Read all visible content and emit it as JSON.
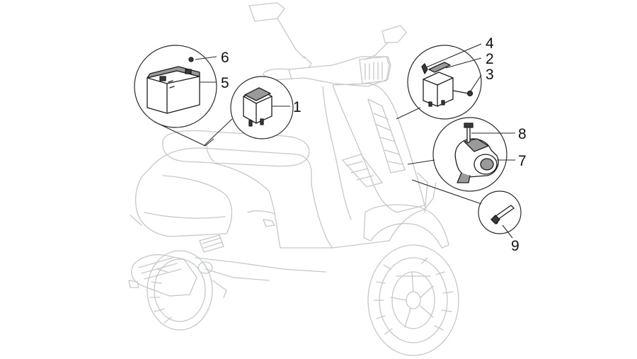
{
  "diagram": {
    "callouts": [
      {
        "id": "1",
        "label": "1"
      },
      {
        "id": "2",
        "label": "2"
      },
      {
        "id": "3",
        "label": "3"
      },
      {
        "id": "4",
        "label": "4"
      },
      {
        "id": "5",
        "label": "5"
      },
      {
        "id": "6",
        "label": "6"
      },
      {
        "id": "7",
        "label": "7"
      },
      {
        "id": "8",
        "label": "8"
      },
      {
        "id": "9",
        "label": "9"
      }
    ]
  },
  "colors": {
    "scooter_outline": "#c4c8cc",
    "part_outline": "#1d1d1d",
    "background": "#ffffff"
  }
}
